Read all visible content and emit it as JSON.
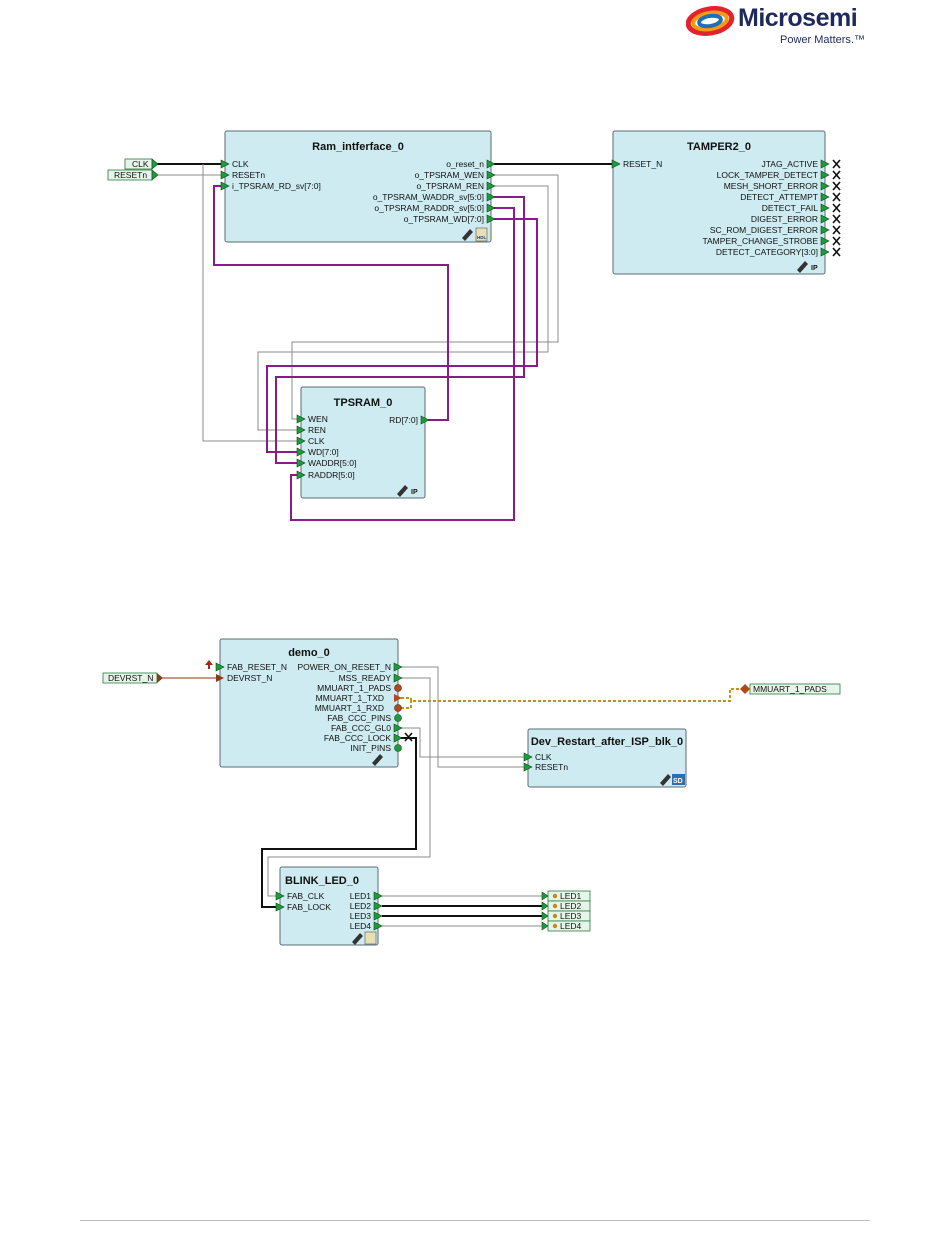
{
  "logo": {
    "brand": "Microsemi",
    "tagline": "Power Matters.™"
  },
  "inputs_top": {
    "clk": "CLK",
    "reset": "RESETn"
  },
  "ram": {
    "title": "Ram_intferface_0",
    "left": [
      "CLK",
      "RESETn",
      "i_TPSRAM_RD_sv[7:0]"
    ],
    "right": [
      "o_reset_n",
      "o_TPSRAM_WEN",
      "o_TPSRAM_REN",
      "o_TPSRAM_WADDR_sv[5:0]",
      "o_TPSRAM_RADDR_sv[5:0]",
      "o_TPSRAM_WD[7:0]"
    ],
    "badge": "HDL"
  },
  "tamper": {
    "title": "TAMPER2_0",
    "left": [
      "RESET_N"
    ],
    "right": [
      "JTAG_ACTIVE",
      "LOCK_TAMPER_DETECT",
      "MESH_SHORT_ERROR",
      "DETECT_ATTEMPT",
      "DETECT_FAIL",
      "DIGEST_ERROR",
      "SC_ROM_DIGEST_ERROR",
      "TAMPER_CHANGE_STROBE",
      "DETECT_CATEGORY[3:0]"
    ],
    "badge": "IP"
  },
  "tpsram": {
    "title": "TPSRAM_0",
    "left": [
      "WEN",
      "REN",
      "CLK",
      "WD[7:0]",
      "WADDR[5:0]",
      "RADDR[5:0]"
    ],
    "right": [
      "RD[7:0]"
    ],
    "badge": "IP"
  },
  "demo": {
    "title": "demo_0",
    "left": [
      "FAB_RESET_N",
      "DEVRST_N"
    ],
    "right": [
      "POWER_ON_RESET_N",
      "MSS_READY",
      "MMUART_1_PADS",
      "MMUART_1_TXD",
      "MMUART_1_RXD",
      "FAB_CCC_PINS",
      "FAB_CCC_GL0",
      "FAB_CCC_LOCK",
      "INIT_PINS"
    ]
  },
  "devrst_input": "DEVRST_N",
  "mmuart_output": "MMUART_1_PADS",
  "dev_restart": {
    "title": "Dev_Restart_after_ISP_blk_0",
    "left": [
      "CLK",
      "RESETn"
    ],
    "badge": "SD"
  },
  "blink": {
    "title": "BLINK_LED_0",
    "left": [
      "FAB_CLK",
      "FAB_LOCK"
    ],
    "right": [
      "LED1",
      "LED2",
      "LED3",
      "LED4"
    ]
  },
  "led_outputs": [
    "LED1",
    "LED2",
    "LED3",
    "LED4"
  ],
  "colors": {
    "block_fill": "#cdebf0",
    "port": "#1f9a3c",
    "bus": "#8b1a8b",
    "uart": "#c9901a"
  }
}
